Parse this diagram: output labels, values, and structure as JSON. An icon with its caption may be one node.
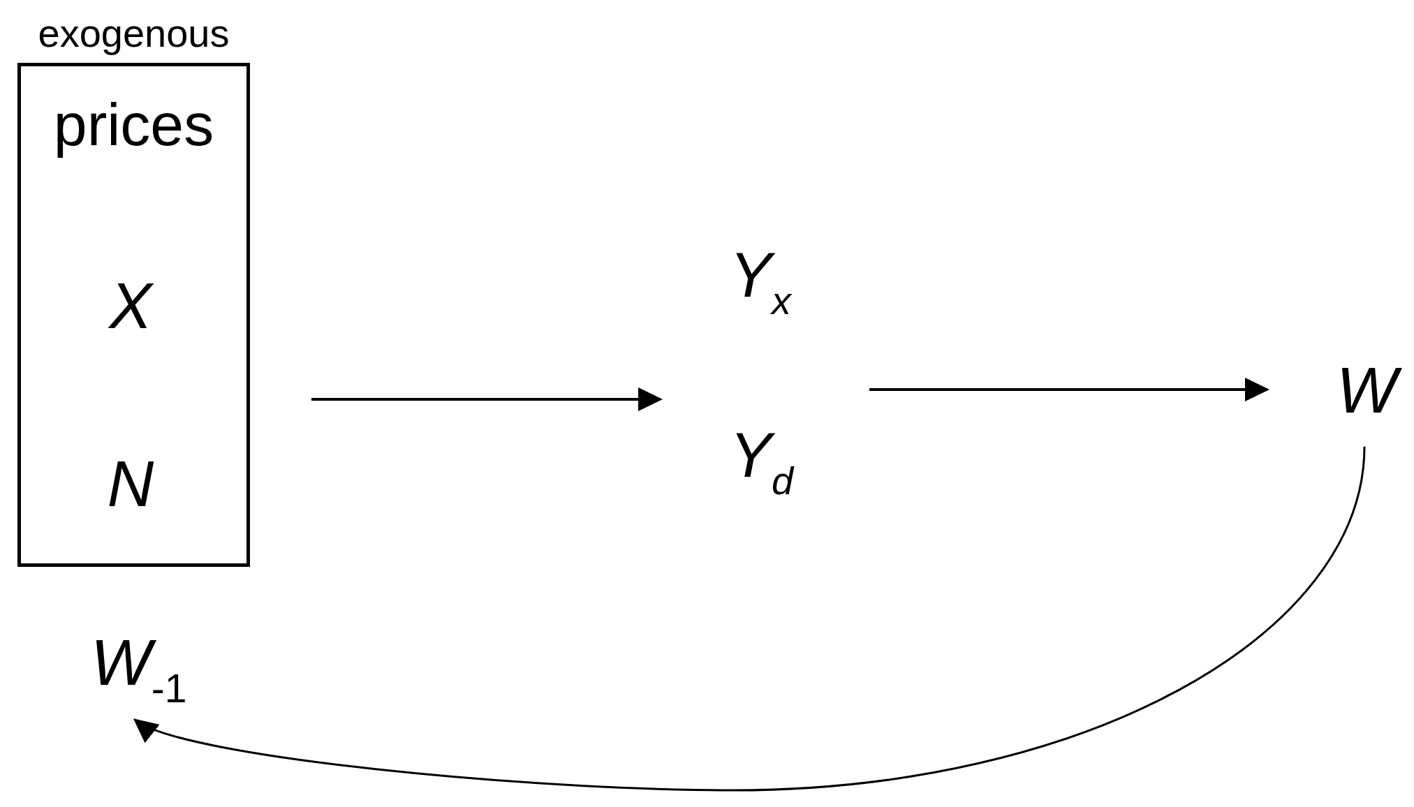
{
  "diagram": {
    "nodes": [
      {
        "text": [
          "exogenous",
          "prices",
          "X",
          "N"
        ]
      },
      {
        "text": [
          "Y$_{x}$",
          "Y$_{d}$"
        ]
      },
      {
        "text": [
          "W"
        ]
      },
      {
        "text": [
          "W$_{-1}$"
        ]
      }
    ],
    "edges": [
      {
        "from": 0,
        "to": 1,
        "arrow": "to"
      },
      {
        "from": 1,
        "to": 2,
        "arrow": "to"
      },
      {
        "from": 2,
        "to": 3,
        "arrow": "to"
      }
    ]
  }
}
